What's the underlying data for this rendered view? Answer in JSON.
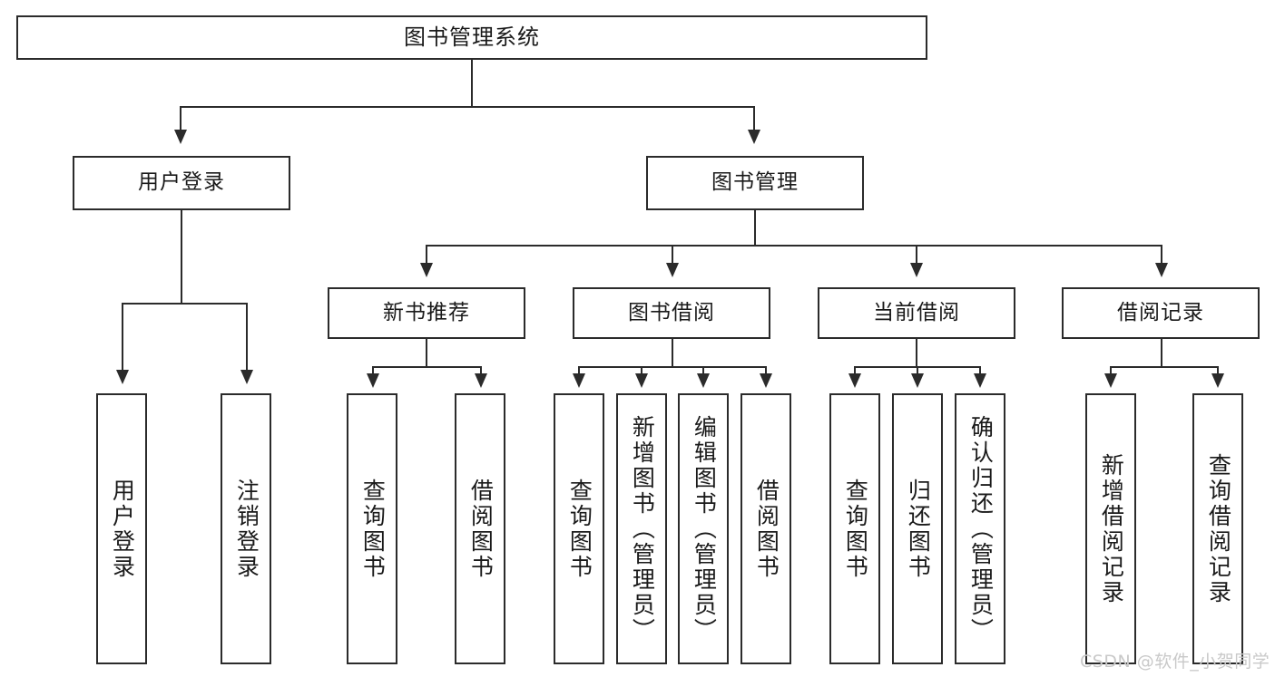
{
  "diagram": {
    "title": "图书管理系统",
    "type": "hierarchy-tree",
    "root": {
      "label": "图书管理系统"
    },
    "level2": [
      {
        "label": "用户登录"
      },
      {
        "label": "图书管理"
      }
    ],
    "level3": [
      {
        "label": "新书推荐"
      },
      {
        "label": "图书借阅"
      },
      {
        "label": "当前借阅"
      },
      {
        "label": "借阅记录"
      }
    ],
    "leaves": {
      "user_login": [
        {
          "label": "用户登录"
        },
        {
          "label": "注销登录"
        }
      ],
      "new_book_recommend": [
        {
          "label": "查询图书"
        },
        {
          "label": "借阅图书"
        }
      ],
      "book_borrow": [
        {
          "label": "查询图书"
        },
        {
          "label": "新增图书（管理员）"
        },
        {
          "label": "编辑图书（管理员）"
        },
        {
          "label": "借阅图书"
        }
      ],
      "current_borrow": [
        {
          "label": "查询图书"
        },
        {
          "label": "归还图书"
        },
        {
          "label": "确认归还（管理员）"
        }
      ],
      "borrow_record": [
        {
          "label": "新增借阅记录"
        },
        {
          "label": "查询借阅记录"
        }
      ]
    }
  },
  "watermark": {
    "text": "CSDN @软件_小贺同学"
  },
  "colors": {
    "border": "#2b2b2b",
    "box_fill": "#ffffff",
    "text": "#1a1a1a",
    "watermark": "#c9c9c9",
    "background": "#ffffff"
  }
}
